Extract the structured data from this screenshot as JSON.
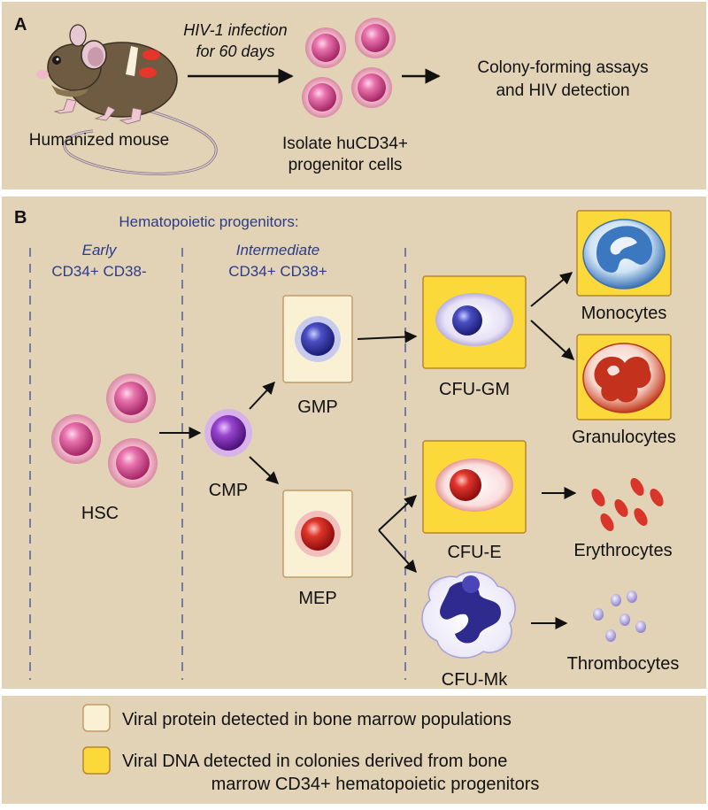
{
  "panel_a": {
    "letter": "A",
    "infection_line1": "HIV-1 infection",
    "infection_line2": "for 60 days",
    "mouse_label": "Humanized mouse",
    "isolate_line1": "Isolate huCD34+",
    "isolate_line2": "progenitor cells",
    "assay_line1": "Colony-forming assays",
    "assay_line2": "and HIV detection"
  },
  "panel_b": {
    "letter": "B",
    "heading": "Hematopoietic progenitors:",
    "early_label": "Early",
    "early_markers": "CD34+ CD38-",
    "intermediate_label": "Intermediate",
    "intermediate_markers": "CD34+ CD38+",
    "cells": {
      "hsc": "HSC",
      "cmp": "CMP",
      "gmp": "GMP",
      "mep": "MEP",
      "cfu_gm": "CFU-GM",
      "cfu_e": "CFU-E",
      "cfu_mk": "CFU-Mk",
      "monocytes": "Monocytes",
      "granulocytes": "Granulocytes",
      "erythrocytes": "Erythrocytes",
      "thrombocytes": "Thrombocytes"
    }
  },
  "legend": {
    "protein": "Viral protein detected in bone marrow populations",
    "dna_line1": "Viral DNA detected in colonies derived from bone",
    "dna_line2": "marrow CD34+ hematopoietic progenitors"
  },
  "colors": {
    "panel_bg": "#e2d3b6",
    "text_blue": "#2b3a8c",
    "protein_box": "#faf1d4",
    "dna_box": "#fbd93a"
  }
}
